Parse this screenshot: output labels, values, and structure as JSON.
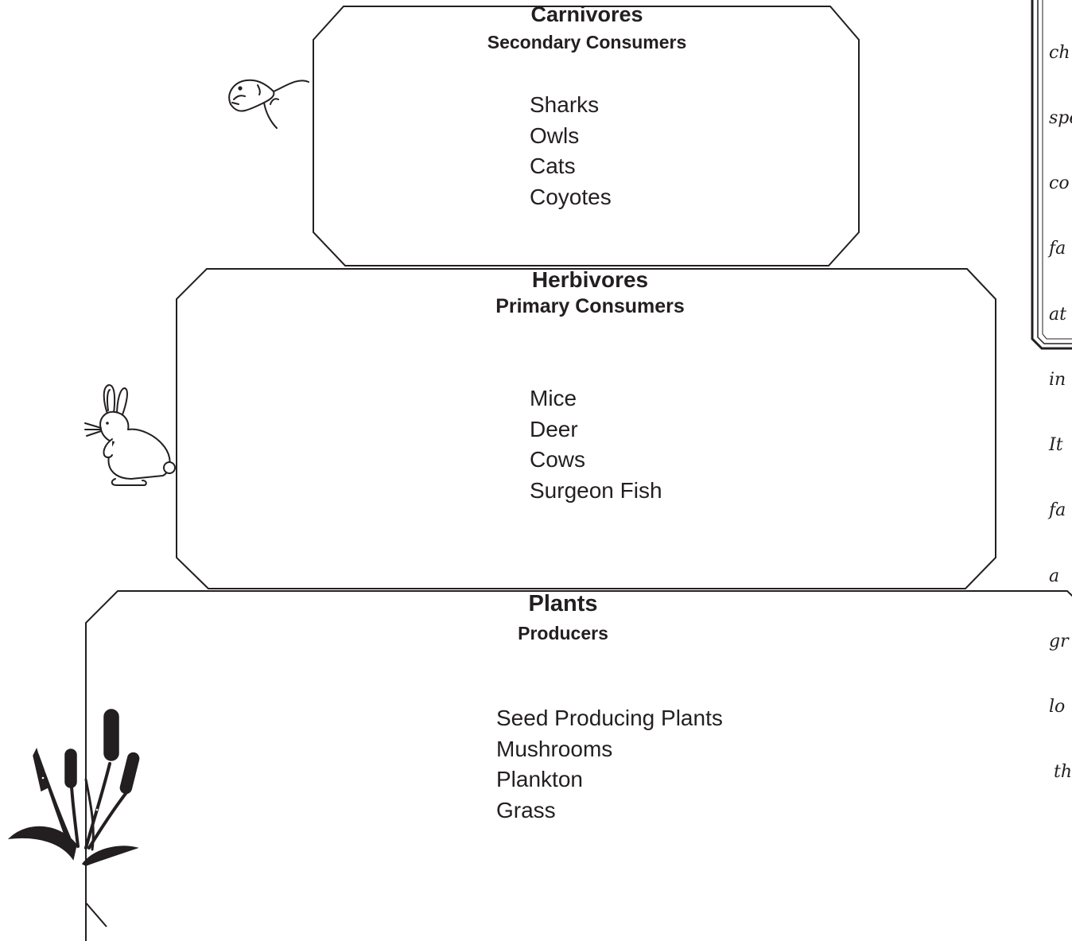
{
  "levels": {
    "carnivores": {
      "title": "Carnivores",
      "subtitle": "Secondary Consumers",
      "items": [
        "Sharks",
        "Owls",
        "Cats",
        "Coyotes"
      ]
    },
    "herbivores": {
      "title": "Herbivores",
      "subtitle": "Primary Consumers",
      "items": [
        "Mice",
        "Deer",
        "Cows",
        "Surgeon Fish"
      ]
    },
    "plants": {
      "title": "Plants",
      "subtitle": "Producers",
      "items": [
        "Seed Producing Plants",
        "Mushrooms",
        "Plankton",
        "Grass"
      ]
    }
  },
  "side_note": {
    "lines": [
      "ch",
      "spe",
      "co",
      "fa",
      "at",
      "in",
      "It",
      "fa",
      "a",
      "gr",
      "lo",
      "th"
    ]
  },
  "illustrations": {
    "predator": "shark-drawing",
    "herbivore": "rabbit-drawing",
    "producer": "cattail-plant-drawing"
  },
  "colors": {
    "ink": "#231f20",
    "background": "#ffffff"
  }
}
